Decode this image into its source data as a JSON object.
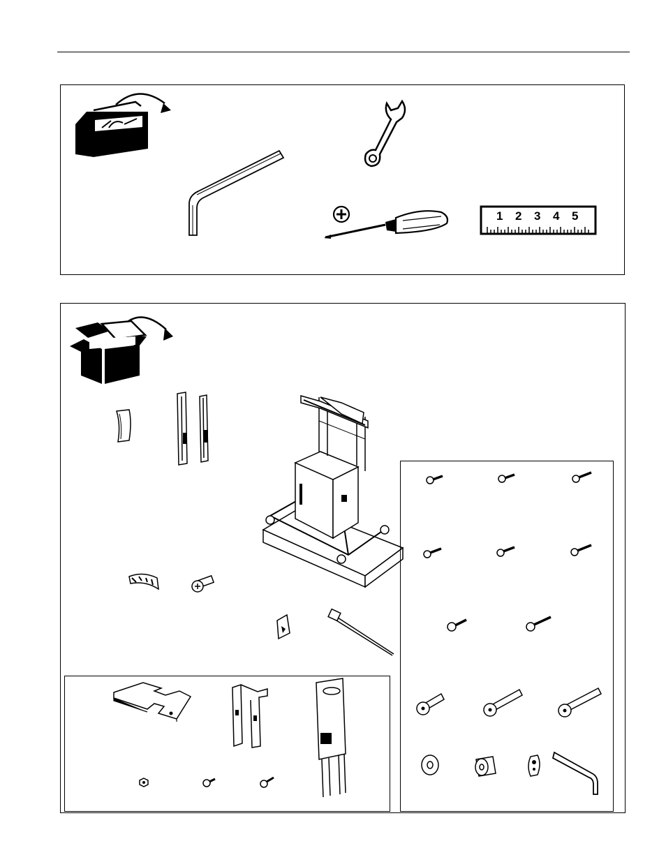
{
  "ruler": {
    "numbers": [
      "1",
      "2",
      "3",
      "4",
      "5"
    ]
  }
}
